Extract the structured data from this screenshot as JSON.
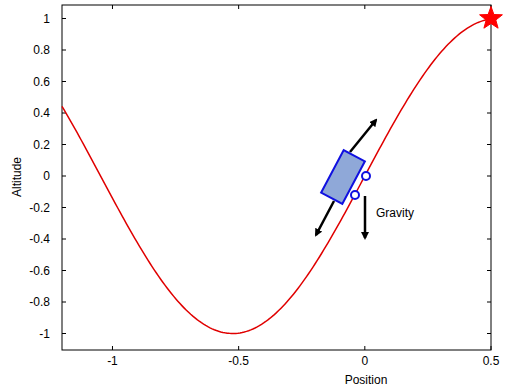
{
  "diagram": {
    "labels": [
      "1",
      "0.8",
      "0.6",
      "0.4",
      "0.2",
      "0",
      "-0.2",
      "-0.4",
      "-0.6",
      "-0.8",
      "-1",
      "-1",
      "-0.5",
      "0",
      "0.5",
      "Position",
      "Altitude",
      "Gravity"
    ]
  }
}
